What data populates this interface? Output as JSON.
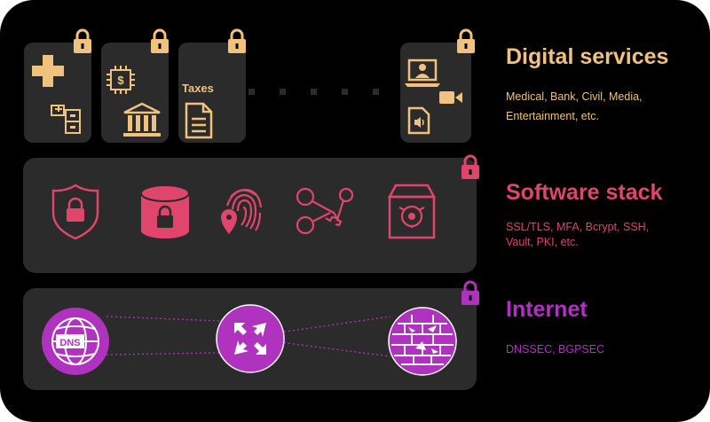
{
  "layers": {
    "digital": {
      "title": "Digital services",
      "description": "Medical, Bank, Civil, Media, Entertainment, etc.",
      "desc_lines": [
        "Medical, Bank, Civil, Media,",
        "Entertainment, etc."
      ],
      "color": "#f1c27d",
      "cards": [
        {
          "name": "medical",
          "icons": [
            "medical-cross-icon",
            "medical-records-icon"
          ]
        },
        {
          "name": "bank",
          "icons": [
            "chip-dollar-icon",
            "bank-building-icon"
          ]
        },
        {
          "name": "civil",
          "label": "Taxes",
          "icons": [
            "document-icon"
          ]
        },
        {
          "name": "media",
          "icons": [
            "laptop-user-icon",
            "video-camera-icon",
            "audio-file-icon"
          ]
        }
      ]
    },
    "software": {
      "title": "Software stack",
      "desc_lines": [
        "SSL/TLS, MFA, Bcrypt, SSH,",
        "Vault, PKI, etc."
      ],
      "color": "#e0456c",
      "icons": [
        "shield-lock-icon",
        "database-lock-icon",
        "fingerprint-pin-icon",
        "keys-icon",
        "vault-box-icon"
      ]
    },
    "internet": {
      "title": "Internet",
      "desc_lines": [
        "DNSSEC, BGPSEC"
      ],
      "color": "#b033c0",
      "icons": [
        "dns-globe-icon",
        "router-icon",
        "firewall-icon"
      ]
    }
  },
  "lock_color_digital": "#f1c27d",
  "lock_color_software": "#e0456c",
  "lock_color_internet": "#b033c0"
}
